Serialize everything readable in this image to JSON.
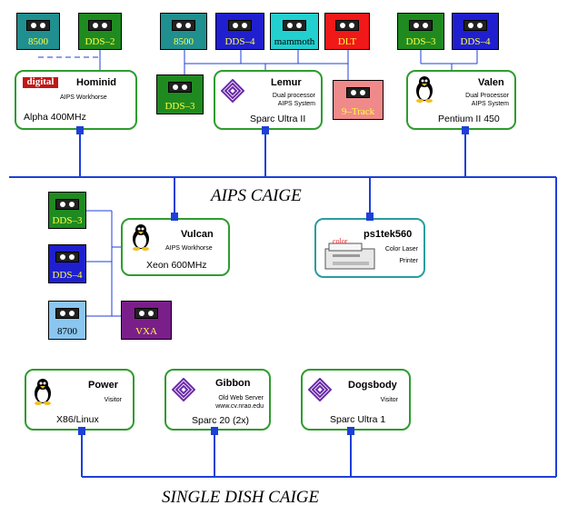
{
  "networks": {
    "aips": "AIPS CAIGE",
    "single_dish": "SINGLE DISH CAIGE"
  },
  "hosts": {
    "hominid": {
      "logo": "digital",
      "name": "Hominid",
      "role": [
        "AIPS Workhorse"
      ],
      "spec": "Alpha 400MHz",
      "icon": "digital-logo"
    },
    "lemur": {
      "name": "Lemur",
      "role": [
        "Dual processor",
        "AIPS System"
      ],
      "spec": "Sparc Ultra II",
      "icon": "sun-logo-icon"
    },
    "valen": {
      "name": "Valen",
      "role": [
        "Dual Processor",
        "AIPS System"
      ],
      "spec": "Pentium II 450",
      "icon": "tux-penguin-icon"
    },
    "vulcan": {
      "name": "Vulcan",
      "role": [
        "AIPS Workhorse"
      ],
      "spec": "Xeon 600MHz",
      "icon": "tux-penguin-icon"
    },
    "ps1tek560": {
      "name": "ps1tek560",
      "role": [
        "Color Laser",
        "Printer"
      ],
      "printer_label": "color",
      "icon": "color-laser-printer-icon"
    },
    "power": {
      "name": "Power",
      "role": [
        "Visitor"
      ],
      "spec": "X86/Linux",
      "icon": "tux-penguin-icon"
    },
    "gibbon": {
      "name": "Gibbon",
      "role": [
        "Old Web Server",
        "www.cv.nrao.edu"
      ],
      "spec": "Sparc 20 (2x)",
      "icon": "sun-logo-icon"
    },
    "dogsbody": {
      "name": "Dogsbody",
      "role": [
        "Visitor"
      ],
      "spec": "Sparc Ultra 1",
      "icon": "sun-logo-icon"
    }
  },
  "tape_drives": {
    "hominid_8500": "8500",
    "hominid_dds2": "DDS–2",
    "lemur_8500": "8500",
    "lemur_dds4": "DDS–4",
    "lemur_mammoth": "mammoth",
    "lemur_dlt": "DLT",
    "lemur_dds3": "DDS–3",
    "lemur_9track": "9–Track",
    "valen_dds3": "DDS–3",
    "valen_dds4": "DDS–4",
    "vulcan_dds3": "DDS–3",
    "vulcan_dds4": "DDS–4",
    "vulcan_8700": "8700",
    "vulcan_vxa": "VXA"
  },
  "colors": {
    "network_line": "#1e3fd8",
    "host_border": "#2e9c2e",
    "printer_border": "#2a9d9d",
    "tape_teal": "#1f8f8f",
    "tape_green": "#1f8a1f",
    "tape_blue": "#1f1fd0",
    "tape_cyan": "#22d0d0",
    "tape_red": "#f01818",
    "tape_pink": "#f08a8a",
    "tape_lightblue": "#8ac6f0",
    "tape_purple": "#7a1f8a"
  }
}
